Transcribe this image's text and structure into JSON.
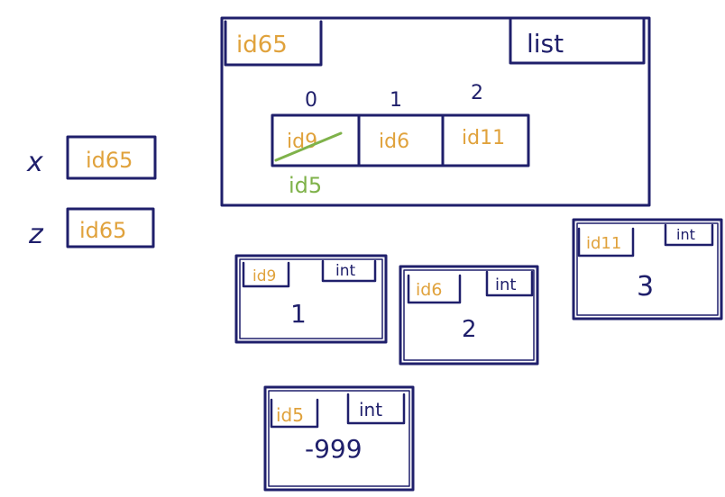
{
  "colors": {
    "ink": "#1f1f6b",
    "orange": "#e0a23c",
    "green": "#7fb24a"
  },
  "variables": [
    {
      "name": "x",
      "value": "id65"
    },
    {
      "name": "z",
      "value": "id65"
    }
  ],
  "list_object": {
    "id": "id65",
    "type": "list",
    "indices": [
      "0",
      "1",
      "2"
    ],
    "slots": [
      {
        "value": "id9",
        "crossed_out": true,
        "replacement": "id5"
      },
      {
        "value": "id6"
      },
      {
        "value": "id11"
      }
    ]
  },
  "int_objects": [
    {
      "id": "id9",
      "type": "int",
      "value": "1"
    },
    {
      "id": "id6",
      "type": "int",
      "value": "2"
    },
    {
      "id": "id11",
      "type": "int",
      "value": "3"
    },
    {
      "id": "id5",
      "type": "int",
      "value": "-999"
    }
  ]
}
